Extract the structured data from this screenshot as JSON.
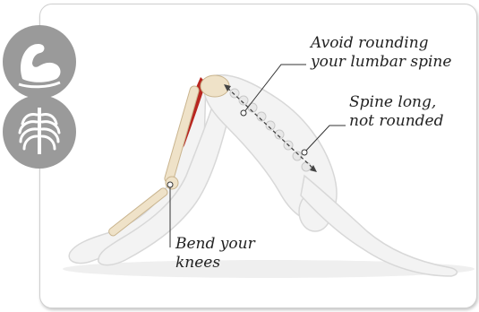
{
  "annotations": {
    "avoid_rounding": [
      "Avoid rounding",
      "your lumbar spine"
    ],
    "spine_long": [
      "Spine long,",
      "not rounded"
    ],
    "bend_knees": [
      "Bend your",
      "knees"
    ]
  },
  "icons": {
    "muscle_badge": "flexed-arm-icon",
    "skeleton_badge": "ribcage-icon"
  },
  "colors": {
    "badge": "#9a9a9a",
    "muscle_highlight": "#b8261f",
    "bone": "#efe2c8",
    "skin": "#f4f4f4"
  }
}
